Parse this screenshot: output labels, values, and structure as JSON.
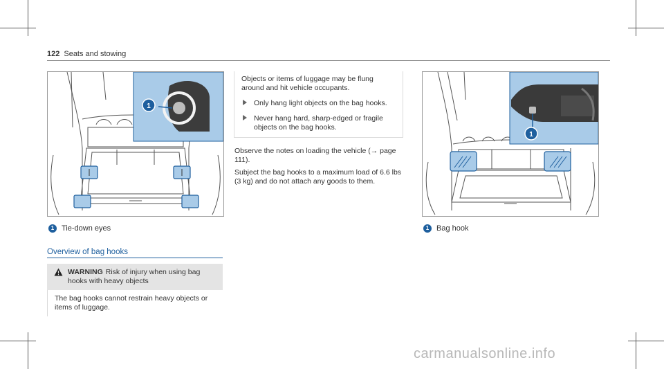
{
  "header": {
    "page_number": "122",
    "section": "Seats and stowing"
  },
  "figure_left": {
    "callout": "1"
  },
  "figure_right": {
    "callout": "1"
  },
  "captions": {
    "left": {
      "number": "1",
      "text": "Tie-down eyes"
    },
    "right": {
      "number": "1",
      "text": "Bag hook"
    }
  },
  "section_title": "Overview of bag hooks",
  "warning": {
    "label": "WARNING",
    "headline": "Risk of injury when using bag hooks with heavy objects",
    "body": "The bag hooks cannot restrain heavy objects or items of luggage."
  },
  "note": {
    "intro": "Objects or items of luggage may be flung around and hit vehicle occupants.",
    "bullets": [
      "Only hang light objects on the bag hooks.",
      "Never hang hard, sharp-edged or fragile objects on the bag hooks."
    ]
  },
  "body": {
    "p1": "Observe the notes on loading the vehicle (→ page 111).",
    "p2": "Subject the bag hooks to a maximum load of 6.6 lbs (3 kg) and do not attach any goods to them."
  },
  "watermark": "carmanualsonline.info",
  "colors": {
    "accent": "#1e5f9e",
    "highlight_fill": "#a9cbe8",
    "warning_bg": "#e4e4e4"
  }
}
